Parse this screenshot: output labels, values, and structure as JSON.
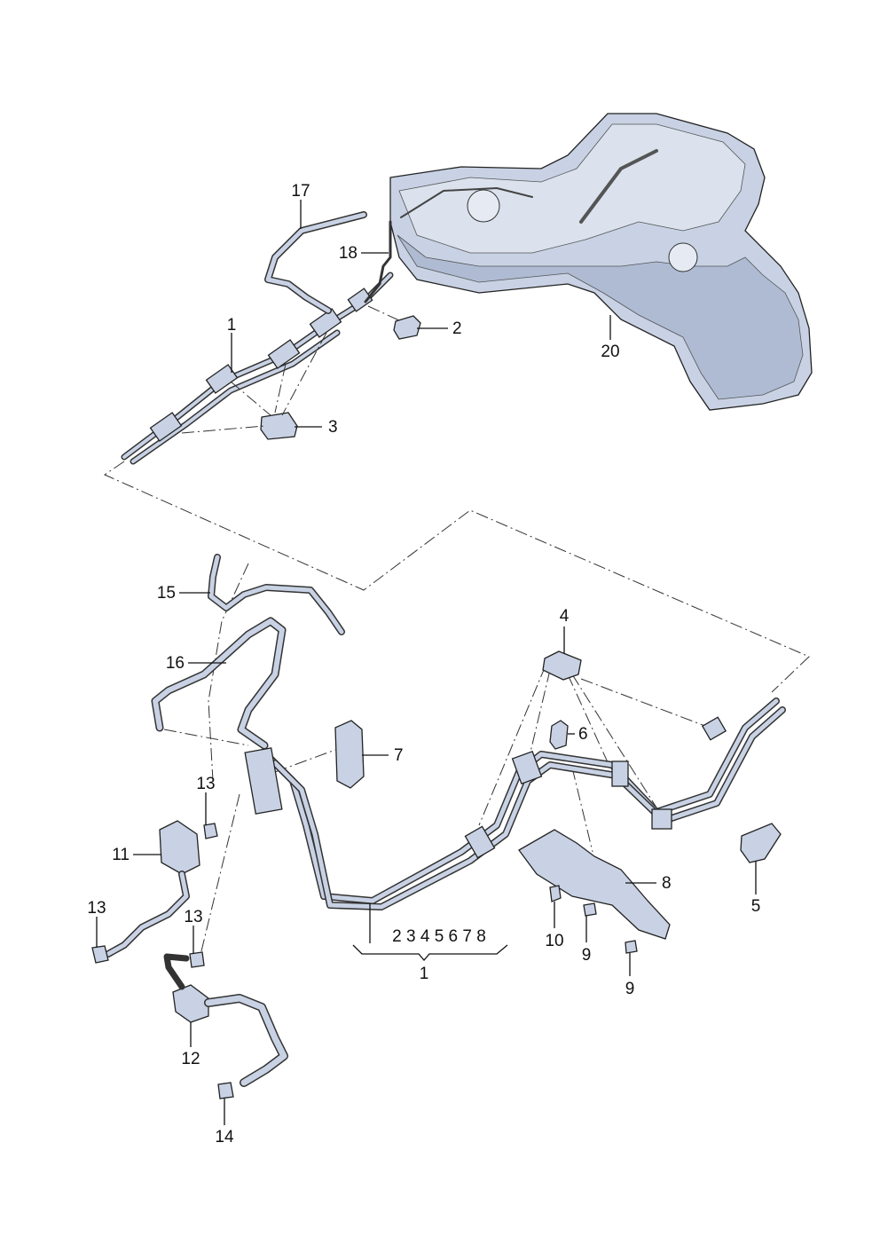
{
  "colors": {
    "part_fill": "#c8d2e4",
    "part_shade": "#9fb0cc",
    "outline": "#222222",
    "background": "#ffffff"
  },
  "callouts": [
    {
      "id": "17",
      "text": "17"
    },
    {
      "id": "18",
      "text": "18"
    },
    {
      "id": "1",
      "text": "1"
    },
    {
      "id": "2",
      "text": "2"
    },
    {
      "id": "3",
      "text": "3"
    },
    {
      "id": "20",
      "text": "20"
    },
    {
      "id": "15",
      "text": "15"
    },
    {
      "id": "16",
      "text": "16"
    },
    {
      "id": "4",
      "text": "4"
    },
    {
      "id": "6",
      "text": "6"
    },
    {
      "id": "7",
      "text": "7"
    },
    {
      "id": "13",
      "text": "13"
    },
    {
      "id": "11",
      "text": "11"
    },
    {
      "id": "13",
      "text": "13"
    },
    {
      "id": "13",
      "text": "13"
    },
    {
      "id": "12",
      "text": "12"
    },
    {
      "id": "14",
      "text": "14"
    },
    {
      "id": "8",
      "text": "8"
    },
    {
      "id": "5",
      "text": "5"
    },
    {
      "id": "10",
      "text": "10"
    },
    {
      "id": "9",
      "text": "9"
    },
    {
      "id": "9",
      "text": "9"
    },
    {
      "id": "1-range",
      "text": "2 3 4 5 6 7 8"
    },
    {
      "id": "1",
      "text": "1"
    }
  ]
}
